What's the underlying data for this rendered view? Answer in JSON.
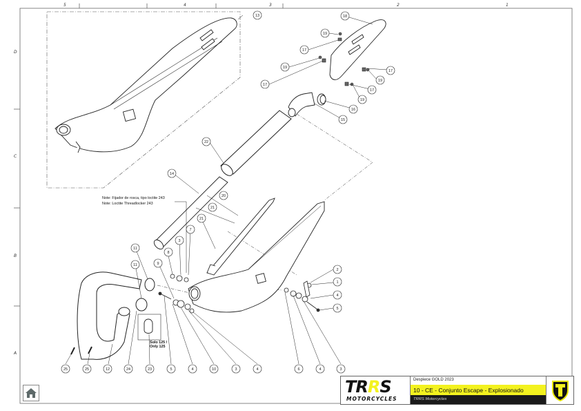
{
  "grid": {
    "columns": [
      "5",
      "4",
      "3",
      "2",
      "1"
    ],
    "rows": [
      "D",
      "C",
      "B",
      "A"
    ]
  },
  "note": {
    "line1": "Note: Fijador de rosca, tipo loctite 243",
    "line2": "Note: Loctite Threadlocker 243"
  },
  "detail_box_label": {
    "line1": "Solo 125 /",
    "line2": "Only 125"
  },
  "callouts": {
    "c13": "13",
    "c18": "18",
    "c19a": "19",
    "c17a": "17",
    "c19b": "19",
    "c17b": "17",
    "c17c": "17",
    "c19c": "19",
    "c17d": "17",
    "c19d": "19",
    "c16": "16",
    "c15": "15",
    "c22": "22",
    "c14": "14",
    "c20": "20",
    "c21a": "21",
    "c21b": "21",
    "c7": "7",
    "c3a": "3",
    "c8": "8",
    "c11a": "11",
    "c11b": "11",
    "c9": "9",
    "c2": "2",
    "c1": "1",
    "c4a": "4",
    "c5a": "5",
    "c25a": "25",
    "c25b": "25",
    "c12": "12",
    "c24": "24",
    "c23": "23",
    "c5b": "5",
    "c4b": "4",
    "c10": "10",
    "c3b": "3",
    "c4c": "4",
    "c6": "6",
    "c4d": "4",
    "c3c": "3"
  },
  "title_block": {
    "brand": "TRRS",
    "brand_sub": "MOTORCYCLES",
    "line1": "Despiece GOLD 2023",
    "line2": "10 - CE - Conjunto Escape - Explosionado",
    "line3": "TRRS Motorcycles",
    "accent_color": "#f3f21f",
    "dark_color": "#1a1a1a"
  },
  "home_button": {
    "icon": "home-icon"
  }
}
